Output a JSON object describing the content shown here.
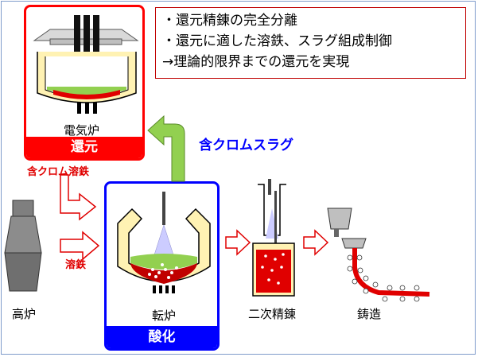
{
  "notes": {
    "lines": [
      "・還元精錬の完全分離",
      "・還元に適した溶鉄、スラグ組成制御",
      "→理論的限界までの還元を実現"
    ]
  },
  "reduction_box": {
    "equipment_label": "電気炉",
    "band_label": "還元"
  },
  "oxidation_box": {
    "equipment_label": "転炉",
    "band_label": "酸化"
  },
  "flows": {
    "chromium_slag": "含クロムスラグ",
    "chromium_hot_metal": "含クロム溶鉄",
    "hot_metal": "溶鉄"
  },
  "equipment": {
    "blast_furnace": "高炉",
    "secondary_refining": "二次精錬",
    "casting": "鋳造"
  },
  "colors": {
    "reduction": "#ff0000",
    "oxidation": "#0000ff",
    "slag_arrow": "#92d050",
    "melt": "#e00000",
    "slag": "#92d050"
  }
}
